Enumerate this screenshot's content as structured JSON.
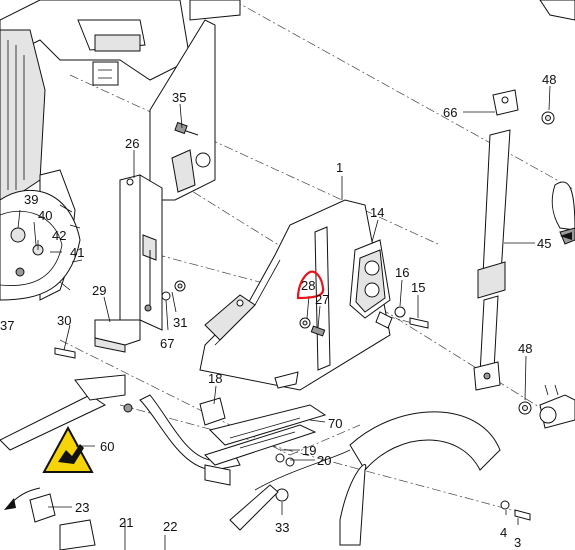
{
  "parts": [
    {
      "id": "p1",
      "label": "1"
    },
    {
      "id": "p3",
      "label": "3"
    },
    {
      "id": "p4",
      "label": "4"
    },
    {
      "id": "p14",
      "label": "14"
    },
    {
      "id": "p15",
      "label": "15"
    },
    {
      "id": "p16",
      "label": "16"
    },
    {
      "id": "p18",
      "label": "18"
    },
    {
      "id": "p19",
      "label": "19"
    },
    {
      "id": "p20",
      "label": "20"
    },
    {
      "id": "p21",
      "label": "21"
    },
    {
      "id": "p22",
      "label": "22"
    },
    {
      "id": "p23",
      "label": "23"
    },
    {
      "id": "p26",
      "label": "26"
    },
    {
      "id": "p27",
      "label": "27"
    },
    {
      "id": "p28",
      "label": "28"
    },
    {
      "id": "p29",
      "label": "29"
    },
    {
      "id": "p30",
      "label": "30"
    },
    {
      "id": "p31",
      "label": "31"
    },
    {
      "id": "p33",
      "label": "33"
    },
    {
      "id": "p35",
      "label": "35"
    },
    {
      "id": "p37",
      "label": "37"
    },
    {
      "id": "p39",
      "label": "39"
    },
    {
      "id": "p40",
      "label": "40"
    },
    {
      "id": "p41",
      "label": "41"
    },
    {
      "id": "p42",
      "label": "42"
    },
    {
      "id": "p45",
      "label": "45"
    },
    {
      "id": "p48a",
      "label": "48"
    },
    {
      "id": "p48b",
      "label": "48"
    },
    {
      "id": "p60",
      "label": "60"
    },
    {
      "id": "p66",
      "label": "66"
    },
    {
      "id": "p67",
      "label": "67"
    },
    {
      "id": "p70",
      "label": "70"
    }
  ],
  "highlight": {
    "part": "28",
    "color": "#e8141c"
  },
  "warning_sign": {
    "icon": "hand-crush-warning-icon",
    "color": "#f6d40a"
  }
}
